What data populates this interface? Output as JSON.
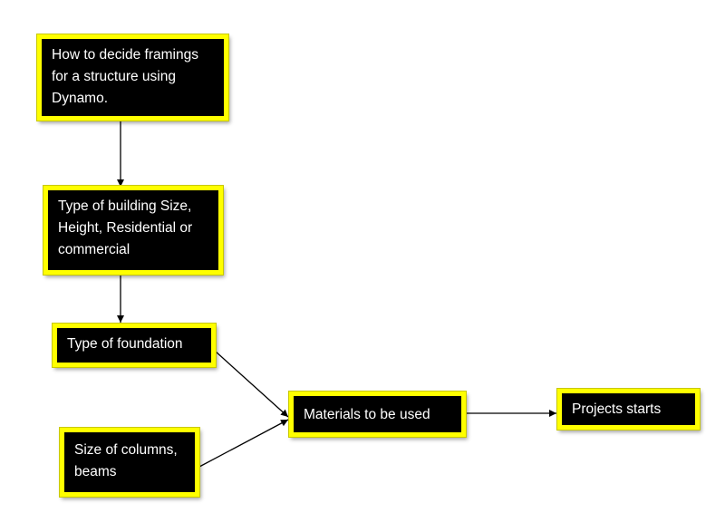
{
  "colors": {
    "box_fill": "#000000",
    "box_border": "#ffff00",
    "text": "#ffffff",
    "arrow": "#000000"
  },
  "nodes": {
    "start": "How to decide framings for a structure using Dynamo.",
    "building_type": "Type of building Size, Height, Residential or commercial",
    "foundation": "Type of foundation",
    "columns_beams": "Size of columns, beams",
    "materials": "Materials to be used",
    "projects_starts": "Projects starts"
  }
}
